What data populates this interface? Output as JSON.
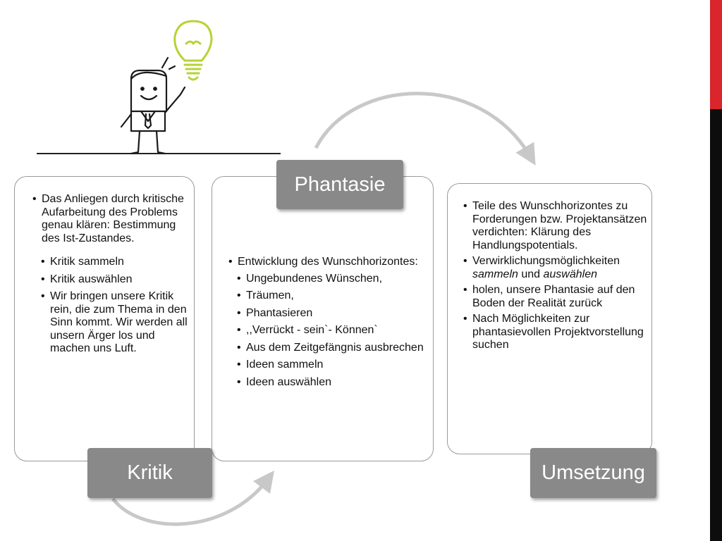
{
  "stages": {
    "kritik": {
      "label": "Kritik",
      "items": [
        "Das Anliegen durch kritische Aufarbeitung des Problems genau klären: Bestimmung des Ist-Zustandes.",
        "Kritik sammeln",
        "Kritik auswählen",
        "Wir bringen unsere Kritik rein, die zum Thema in den Sinn kommt. Wir werden all unsern Ärger los und machen uns Luft."
      ]
    },
    "phantasie": {
      "label": "Phantasie",
      "items": [
        " Entwicklung des Wunschhorizontes:",
        "Ungebundenes Wünschen,",
        "Träumen,",
        "Phantasieren",
        ",,Verrückt - sein`- Können`",
        "Aus dem Zeitgefängnis ausbrechen",
        "Ideen sammeln",
        "Ideen auswählen"
      ]
    },
    "umsetzung": {
      "label": "Umsetzung",
      "items": [
        "Teile des Wunschhorizontes zu Forderungen bzw. Projektansätzen verdichten: Klärung des Handlungspotentials.",
        {
          "before": "Verwirklichungsmöglichkeiten ",
          "em1": "sammeln",
          "mid": " und ",
          "em2": "auswählen"
        },
        "holen, unsere Phantasie auf den Boden der Realität zurück",
        "Nach Möglichkeiten zur phantasievollen Projektvorstellung suchen"
      ]
    }
  },
  "colors": {
    "tab": "#898989",
    "arrow": "#c8c8c8",
    "bulb": "#b6d334",
    "edge_red": "#d9252b",
    "edge_black": "#0d0d0d"
  },
  "icons": {
    "illustration": "businessman-with-lightbulb-icon",
    "arrows": "curved-cycle-arrow-icon"
  }
}
